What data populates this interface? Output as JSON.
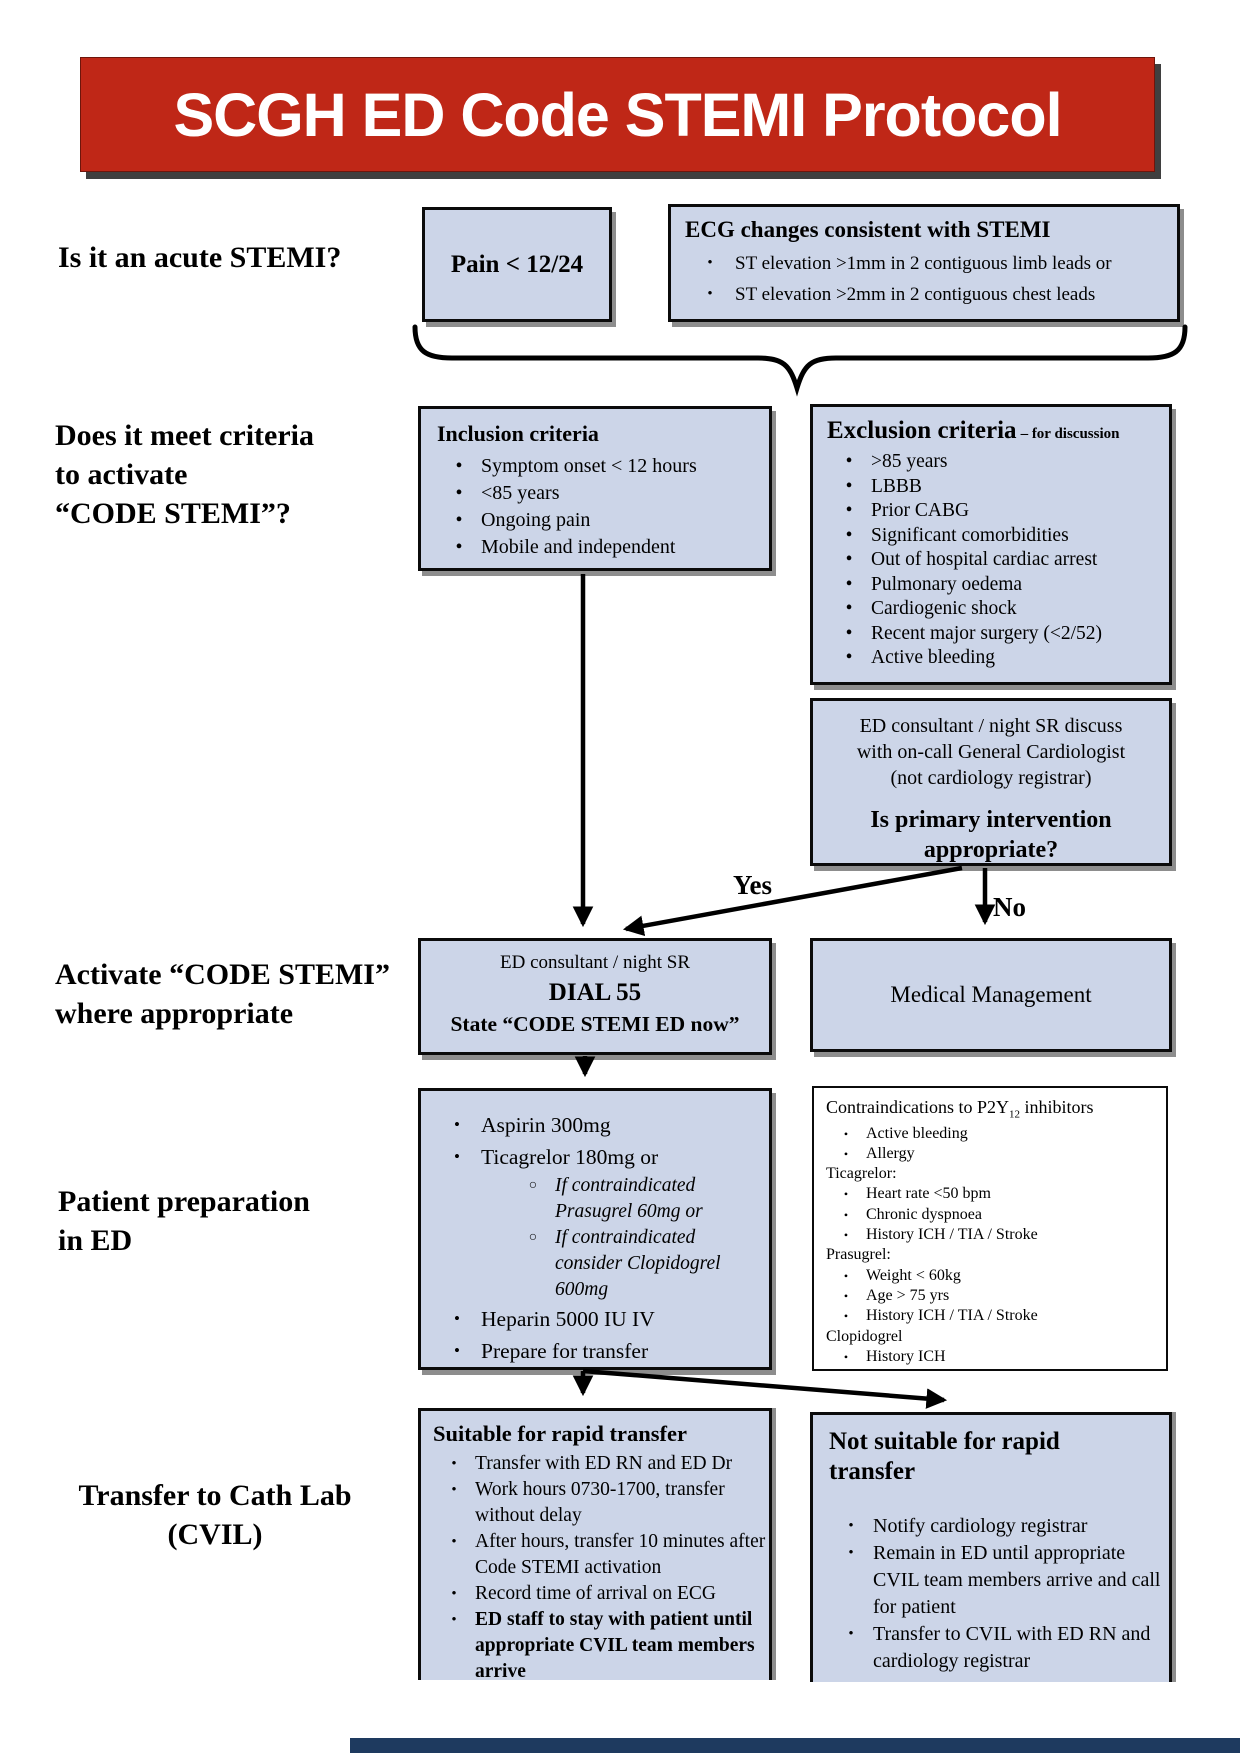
{
  "title": "SCGH ED Code STEMI Protocol",
  "labels": {
    "q1": "Is it an acute STEMI?",
    "q2_line1": "Does it meet criteria",
    "q2_line2": "to activate",
    "q2_line3": "“CODE STEMI”?",
    "q3_line1": "Activate “CODE STEMI”",
    "q3_line2": "where appropriate",
    "q4_line1": "Patient preparation",
    "q4_line2": "in ED",
    "q5_line1": "Transfer to Cath Lab",
    "q5_line2": "(CVIL)"
  },
  "decision": {
    "yes": "Yes",
    "no": "No"
  },
  "boxes": {
    "pain": {
      "text": "Pain < 12/24"
    },
    "ecg": {
      "title": "ECG changes consistent with STEMI",
      "bullets": [
        "ST elevation >1mm in 2 contiguous limb leads or",
        "ST elevation >2mm in 2 contiguous chest leads"
      ]
    },
    "inclusion": {
      "title": "Inclusion criteria",
      "bullets": [
        "Symptom onset < 12 hours",
        "<85 years",
        "Ongoing pain",
        "Mobile and independent"
      ]
    },
    "exclusion": {
      "title": "Exclusion criteria",
      "suffix": "– for discussion",
      "bullets": [
        ">85 years",
        "LBBB",
        "Prior CABG",
        "Significant comorbidities",
        "Out of hospital cardiac arrest",
        "Pulmonary oedema",
        "Cardiogenic shock",
        "Recent major surgery (<2/52)",
        "Active bleeding"
      ]
    },
    "discuss": {
      "line1": "ED consultant / night SR discuss",
      "line2": "with on-call General Cardiologist",
      "line3": "(not cardiology registrar)",
      "question": "Is primary intervention appropriate?"
    },
    "activate": {
      "line1": "ED consultant / night SR",
      "line2": "DIAL 55",
      "line3": "State “CODE STEMI ED now”"
    },
    "medical": {
      "text": "Medical Management"
    },
    "prep": {
      "bullet1": "Aspirin 300mg",
      "bullet2": "Ticagrelor 180mg or",
      "sub1": "If contraindicated Prasugrel 60mg or",
      "sub2": "If contraindicated consider Clopidogrel 600mg",
      "bullet3": "Heparin 5000 IU IV",
      "bullet4": "Prepare for transfer"
    },
    "contra": {
      "title_pre": "Contraindications to P2Y",
      "title_sub": "12",
      "title_post": " inhibitors",
      "rows": [
        {
          "type": "bullet",
          "text": "Active bleeding"
        },
        {
          "type": "bullet",
          "text": "Allergy"
        },
        {
          "type": "group",
          "text": "Ticagrelor:"
        },
        {
          "type": "bullet",
          "text": "Heart rate <50 bpm"
        },
        {
          "type": "bullet",
          "text": "Chronic dyspnoea"
        },
        {
          "type": "bullet",
          "text": "History ICH / TIA / Stroke"
        },
        {
          "type": "group",
          "text": "Prasugrel:"
        },
        {
          "type": "bullet",
          "text": "Weight < 60kg"
        },
        {
          "type": "bullet",
          "text": "Age > 75 yrs"
        },
        {
          "type": "bullet",
          "text": "History ICH / TIA / Stroke"
        },
        {
          "type": "group",
          "text": "Clopidogrel"
        },
        {
          "type": "bullet",
          "text": "History ICH"
        }
      ]
    },
    "suitable": {
      "title": "Suitable for rapid transfer",
      "bullets": [
        "Transfer with ED RN and ED Dr",
        "Work hours 0730-1700, transfer without delay",
        "After hours, transfer 10 minutes after Code STEMI activation",
        "Record time of arrival on ECG"
      ],
      "bold_bullet": "ED staff to stay with patient until appropriate CVIL team members arrive"
    },
    "notsuitable": {
      "title": "Not suitable for rapid transfer",
      "bullets": [
        "Notify cardiology registrar",
        "Remain in ED until appropriate CVIL team members arrive and call for patient",
        "Transfer to CVIL with ED RN and cardiology registrar"
      ]
    }
  },
  "colors": {
    "banner_red": "#bf2717",
    "box_blue": "#ccd5e8",
    "border_black": "#0b0b0b",
    "bottom_bar_navy": "#1e3a5f"
  }
}
